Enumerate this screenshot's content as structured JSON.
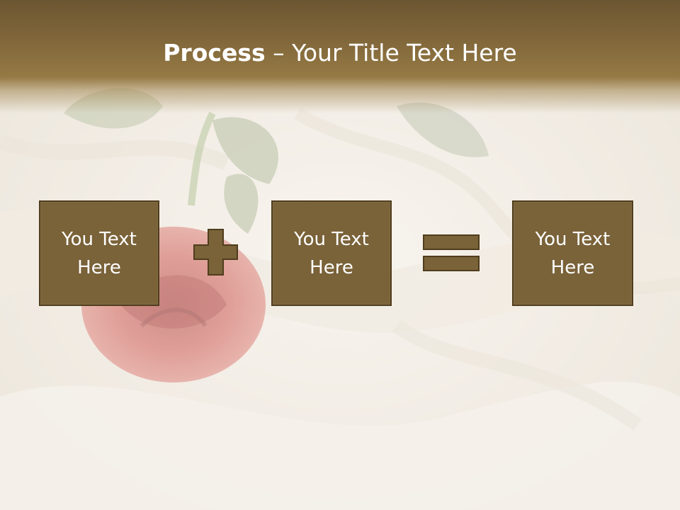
{
  "slide": {
    "title_strong": "Process",
    "title_rest": " – Your Title Text Here",
    "colors": {
      "title_band": "#7d6438",
      "box_fill": "#7a6239",
      "box_border": "#4f3d1d",
      "text": "#ffffff",
      "background": "#f1ece4"
    },
    "background_image": "satin-fabric-with-red-rose",
    "steps": [
      {
        "label": "You Text\nHere"
      },
      {
        "label": "You Text\nHere"
      },
      {
        "label": "You Text\nHere"
      }
    ],
    "operators": [
      "plus-icon",
      "equals-icon"
    ]
  }
}
